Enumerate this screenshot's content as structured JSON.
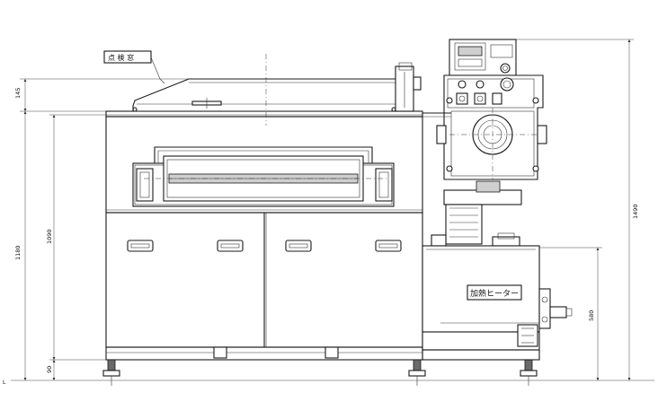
{
  "labels": {
    "inspection_window": "点 検 窓",
    "heater": "加熱ヒーター",
    "ground_line": "L"
  },
  "dimensions": {
    "dim_145": "145",
    "dim_1180": "1180",
    "dim_1090": "1090",
    "dim_90": "90",
    "dim_1490": "1490",
    "dim_580": "580"
  }
}
